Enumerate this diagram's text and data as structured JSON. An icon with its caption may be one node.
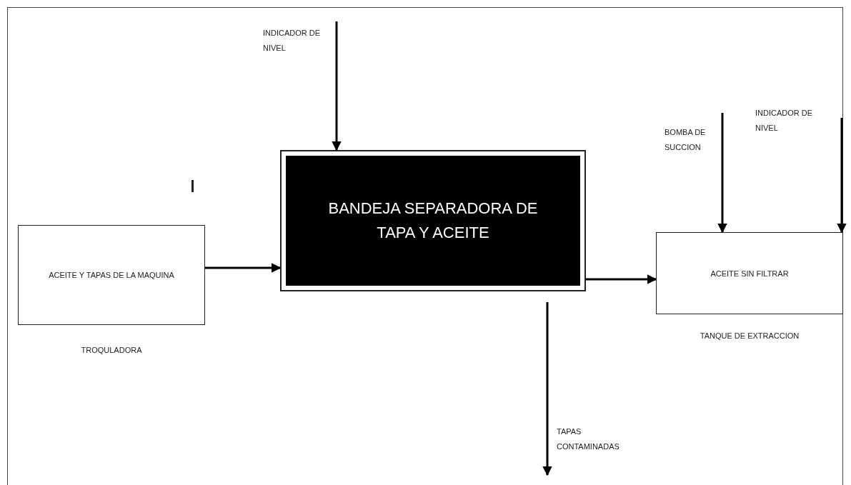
{
  "diagram": {
    "nodes": [
      {
        "text": [
          "ACEITE Y TAPAS DE LA MAQUINA"
        ],
        "beside": [
          "TROQULADORA"
        ]
      },
      {
        "text": [
          "BANDEJA SEPARADORA DE TAPA Y ACEITE"
        ]
      },
      {
        "text": [
          "ACEITE SIN FILTRAR"
        ],
        "beside": [
          "TANQUE DE EXTRACCION"
        ]
      }
    ],
    "edges": [
      {
        "from": 0,
        "to": 1,
        "arrow": "to"
      },
      {
        "from": 1,
        "to": 2,
        "arrow": "to"
      },
      {
        "from": null,
        "to": 1,
        "arrow": "to",
        "label": "INDICADOR DE NIVEL"
      },
      {
        "from": null,
        "to": 2,
        "arrow": "to",
        "label": "BOMBA DE SUCCION"
      },
      {
        "from": null,
        "to": 2,
        "arrow": "to",
        "label": "INDICADOR DE NIVEL"
      },
      {
        "from": 1,
        "to": null,
        "arrow": "to",
        "label": "TAPAS CONTAMINADAS"
      }
    ]
  }
}
